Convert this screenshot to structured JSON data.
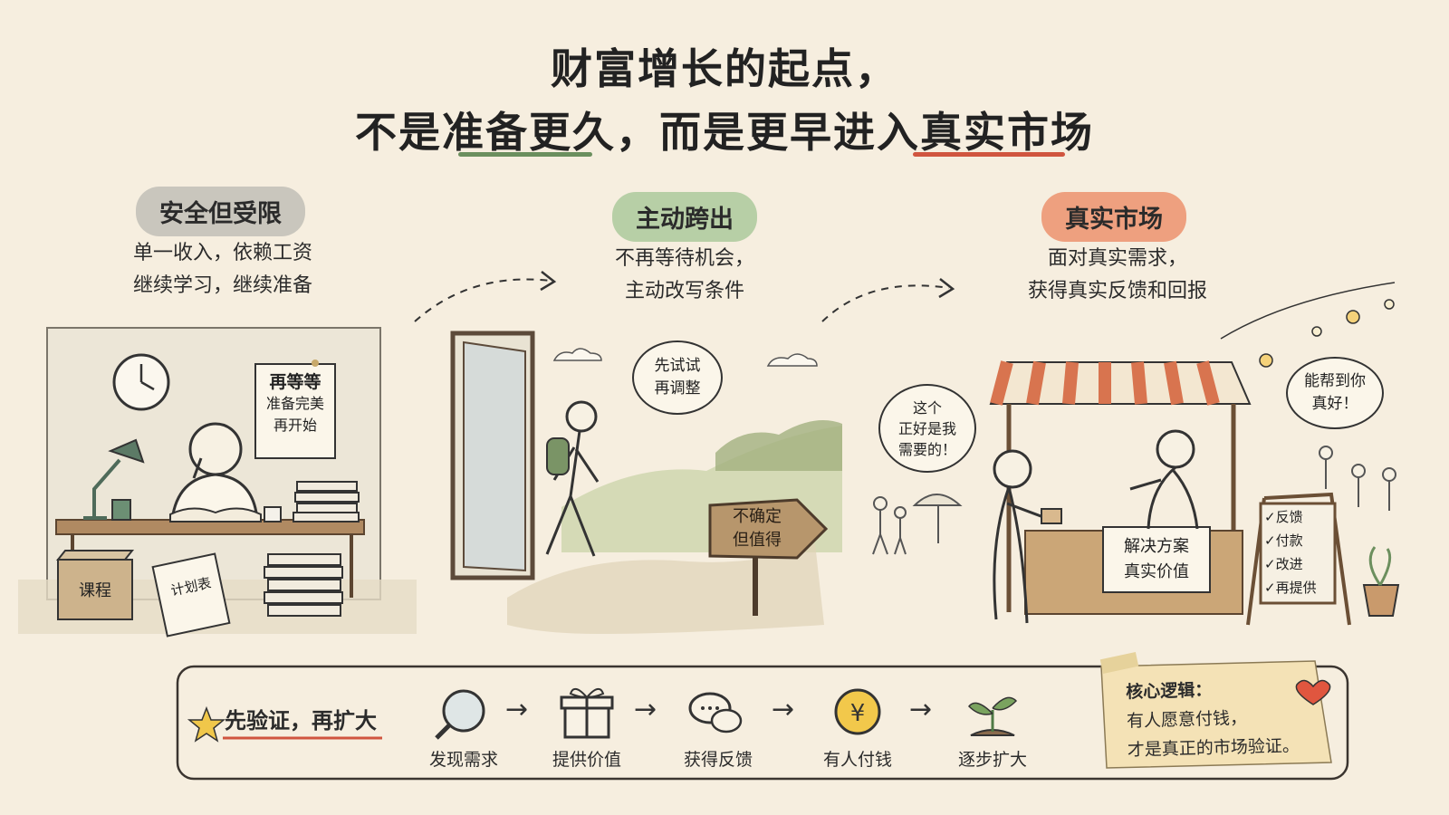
{
  "title": {
    "line1": "财富增长的起点，",
    "line2_prefix": "不是",
    "line2_highlight1": "准备更久",
    "line2_mid": "，而是更早进入",
    "line2_highlight2": "真实市场",
    "underline_colors": {
      "green": "#6b8f5e",
      "red": "#d0553f"
    }
  },
  "stages": [
    {
      "label": "安全但受限",
      "desc_line1": "单一收入，依赖工资",
      "desc_line2": "继续学习，继续准备",
      "color": "#c9c6bd"
    },
    {
      "label": "主动跨出",
      "desc_line1": "不再等待机会，",
      "desc_line2": "主动改写条件",
      "color": "#b7cfa6"
    },
    {
      "label": "真实市场",
      "desc_line1": "面对真实需求，",
      "desc_line2": "获得真实反馈和回报",
      "color": "#eea07f"
    }
  ],
  "scene1": {
    "poster_line1": "再等等",
    "poster_line2": "准备完美",
    "poster_line3": "再开始",
    "box_label": "课程",
    "notebook_label": "计划表"
  },
  "scene2": {
    "bubble_line1": "先试试",
    "bubble_line2": "再调整",
    "sign_line1": "不确定",
    "sign_line2": "但值得"
  },
  "scene3": {
    "customer_bubble_line1": "这个",
    "customer_bubble_line2": "正好是我",
    "customer_bubble_line3": "需要的！",
    "seller_bubble_line1": "能帮到你",
    "seller_bubble_line2": "真好！",
    "stall_sign_line1": "解决方案",
    "stall_sign_line2": "真实价值",
    "board_items": [
      "✓反馈",
      "✓付款",
      "✓改进",
      "✓再提供"
    ]
  },
  "bottom": {
    "motto": "先验证，再扩大",
    "steps": [
      {
        "label": "发现需求",
        "icon": "magnifier-icon"
      },
      {
        "label": "提供价值",
        "icon": "gift-icon"
      },
      {
        "label": "获得反馈",
        "icon": "chat-bubbles-icon"
      },
      {
        "label": "有人付钱",
        "icon": "yen-coin-icon"
      },
      {
        "label": "逐步扩大",
        "icon": "sprout-icon"
      }
    ],
    "arrow_glyph": "→",
    "core_title": "核心逻辑：",
    "core_line1": "有人愿意付钱，",
    "core_line2": "才是真正的市场验证。"
  }
}
